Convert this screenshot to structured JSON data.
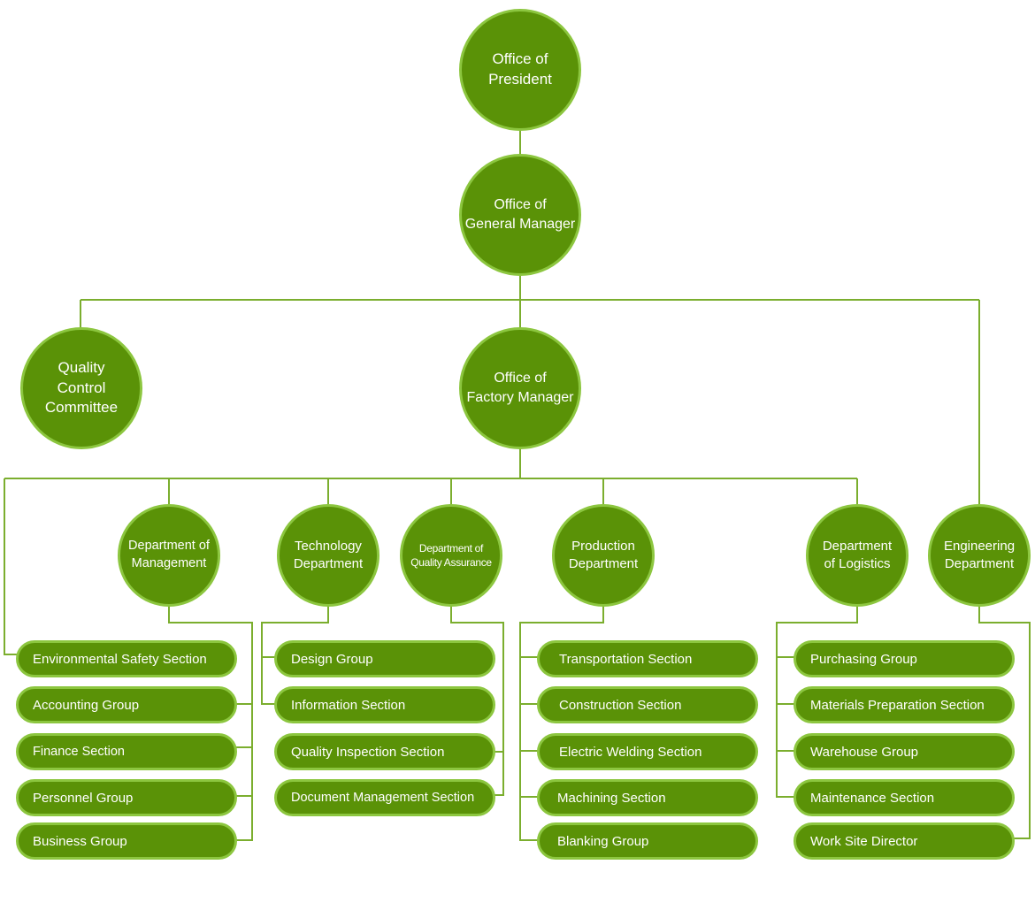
{
  "top": {
    "president": "Office of\nPresident",
    "general_manager": "Office of\nGeneral Manager",
    "factory_manager": "Office of\nFactory Manager",
    "quality_control": "Quality\nControl\nCommittee",
    "engineering": "Engineering\nDepartment"
  },
  "departments": {
    "management": "Department of\nManagement",
    "technology": "Technology\nDepartment",
    "quality_assurance": "Department of\nQuality Assurance",
    "production": "Production\nDepartment",
    "logistics": "Department\nof  Logistics"
  },
  "management_units": [
    "Environmental Safety Section",
    "Accounting Group",
    "Finance Section",
    "Personnel Group",
    "Business Group"
  ],
  "technology_units": [
    "Design Group",
    "Information Section",
    "Quality Inspection Section",
    "Document Management Section"
  ],
  "production_units": [
    "Transportation Section",
    "Construction Section",
    "Electric Welding Section",
    "Machining Section",
    "Blanking Group"
  ],
  "logistics_units": [
    "Purchasing Group",
    "Materials Preparation Section",
    "Warehouse Group",
    "Maintenance Section",
    "Work Site Director"
  ]
}
